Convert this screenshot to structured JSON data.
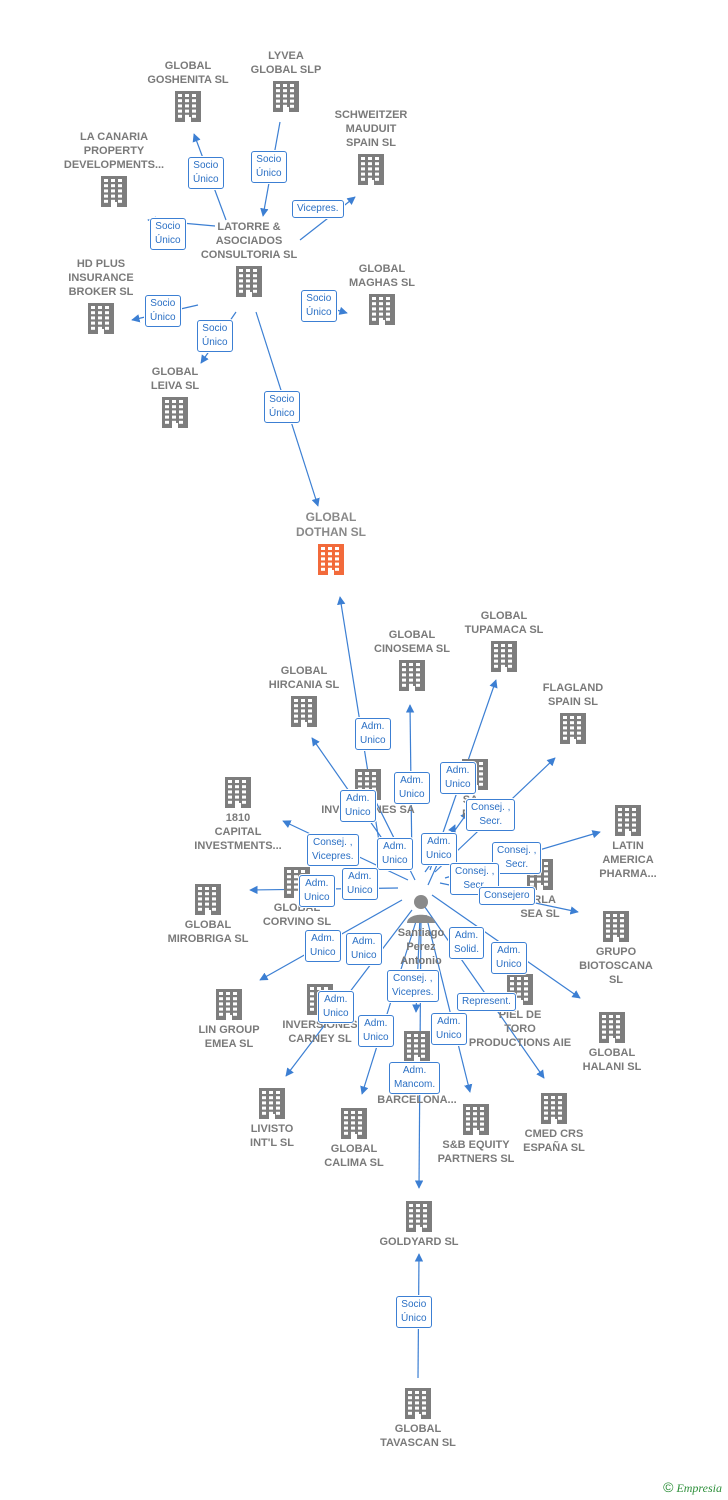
{
  "colors": {
    "edge": "#3c7fd3",
    "building": "#7d7d7d",
    "focus_building": "#f26a3b",
    "badge_text": "#2a6fc4",
    "footer": "#2d8f3a"
  },
  "icons": {
    "company": "building-icon",
    "focus": "building-icon-highlight",
    "person": "person-icon"
  },
  "nodes": [
    {
      "id": "goshenita",
      "label": "GLOBAL\nGOSHENITA SL"
    },
    {
      "id": "lyvea",
      "label": "LYVEA\nGLOBAL  SLP"
    },
    {
      "id": "schweitzer",
      "label": "SCHWEITZER\nMAUDUIT\nSPAIN SL"
    },
    {
      "id": "lacanaria",
      "label": "LA CANARIA\nPROPERTY\nDEVELOPMENTS..."
    },
    {
      "id": "latorre",
      "label": "LATORRE &\nASOCIADOS\nCONSULTORIA SL"
    },
    {
      "id": "hdplus",
      "label": "HD PLUS\nINSURANCE\nBROKER  SL"
    },
    {
      "id": "maghas",
      "label": "GLOBAL\nMAGHAS  SL"
    },
    {
      "id": "leiva",
      "label": "GLOBAL\nLEIVA  SL"
    },
    {
      "id": "dothan",
      "label": "GLOBAL\nDOTHAN  SL"
    },
    {
      "id": "tupamaca",
      "label": "GLOBAL\nTUPAMACA SL"
    },
    {
      "id": "cinosema",
      "label": "GLOBAL\nCINOSEMA SL"
    },
    {
      "id": "flagland",
      "label": "FLAGLAND\nSPAIN SL"
    },
    {
      "id": "hircania",
      "label": "GLOBAL\nHIRCANIA  SL"
    },
    {
      "id": "inversionessa",
      "label": "INVERSIONES SA"
    },
    {
      "id": "santiagofil",
      "label": "SA...\nFIL..."
    },
    {
      "id": "capital1810",
      "label": "1810\nCAPITAL\nINVESTMENTS..."
    },
    {
      "id": "latinamerica",
      "label": "LATIN\nAMERICA\nPHARMA..."
    },
    {
      "id": "corvino",
      "label": "GLOBAL\nCORVINO SL"
    },
    {
      "id": "perla",
      "label": "...RLA\nSEA SL"
    },
    {
      "id": "mirobriga",
      "label": "GLOBAL\nMIROBRIGA SL"
    },
    {
      "id": "biotoscana",
      "label": "GRUPO\nBIOTOSCANA\nSL"
    },
    {
      "id": "lingroup",
      "label": "LIN GROUP\nEMEA  SL"
    },
    {
      "id": "carney",
      "label": "INVERSIONES\nCARNEY SL"
    },
    {
      "id": "pieldetoro",
      "label": "PIEL DE\nTORO\nPRODUCTIONS AIE"
    },
    {
      "id": "halani",
      "label": "GLOBAL\nHALANI  SL"
    },
    {
      "id": "barcelona",
      "label": "DE...OS\nH...S\nBARCELONA..."
    },
    {
      "id": "livisto",
      "label": "LIVISTO\nINT'L  SL"
    },
    {
      "id": "calima",
      "label": "GLOBAL\nCALIMA SL"
    },
    {
      "id": "sbequity",
      "label": "S&B EQUITY\nPARTNERS  SL"
    },
    {
      "id": "cmedcrs",
      "label": "CMED CRS\nESPAÑA  SL"
    },
    {
      "id": "goldyard",
      "label": "GOLDYARD SL"
    },
    {
      "id": "tavascan",
      "label": "GLOBAL\nTAVASCAN  SL"
    }
  ],
  "person": {
    "id": "santiago",
    "label": "Santiago\nPerez\nAntonio"
  },
  "badges": [
    "Socio\nÚnico",
    "Socio\nÚnico",
    "Vicepres.",
    "Socio\nÚnico",
    "Socio\nÚnico",
    "Socio\nÚnico",
    "Socio\nÚnico",
    "Socio\nÚnico",
    "Adm.\nUnico",
    "Adm.\nUnico",
    "Adm.\nUnico",
    "Adm.\nUnico",
    "Consej. ,\nSecr.",
    "Adm.\nUnico",
    "Consej. ,\nVicepres.",
    "Adm.\nUnico",
    "Consej. ,\nSecr.",
    "Consej. ,\nSecr.",
    "Adm.\nUnico",
    "Adm.\nUnico",
    "Consejero",
    "Adm.\nUnico",
    "Adm.\nUnico",
    "Adm.\nSolid.",
    "Adm.\nUnico",
    "Consej. ,\nVicepres.",
    "Adm.\nUnico",
    "Represent.",
    "Adm.\nUnico",
    "Adm.\nUnico",
    "Adm.\nMancom.",
    "Socio\nÚnico"
  ],
  "footer": {
    "copyright": "©",
    "brand": "Empresia"
  }
}
